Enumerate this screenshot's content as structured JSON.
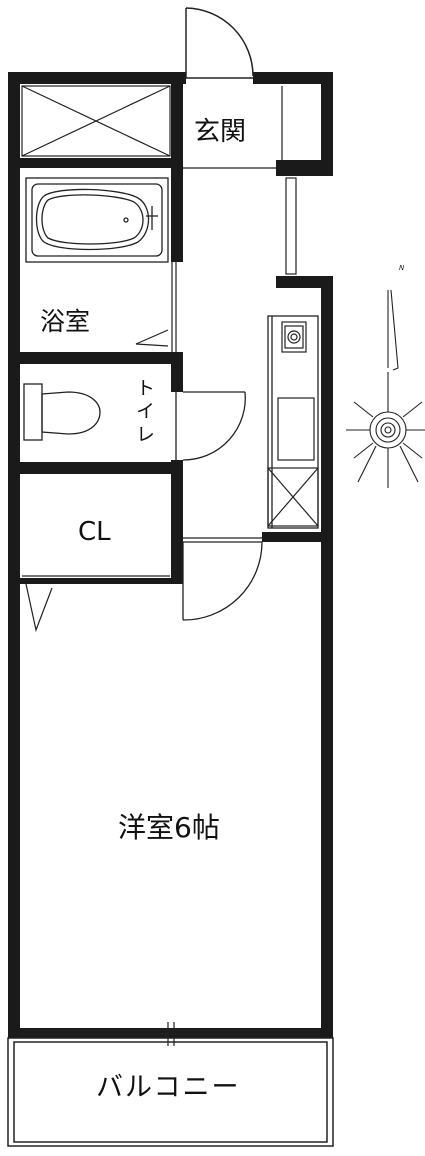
{
  "rooms": {
    "entrance": "玄関",
    "bath": "浴室",
    "toilet": "トイレ",
    "closet": "CL",
    "western_room": "洋室6帖",
    "balcony": "バルコニー"
  },
  "compass": {
    "north_label": "N"
  },
  "colors": {
    "wall": "#1a1a1a",
    "line": "#222222",
    "background": "#ffffff"
  }
}
